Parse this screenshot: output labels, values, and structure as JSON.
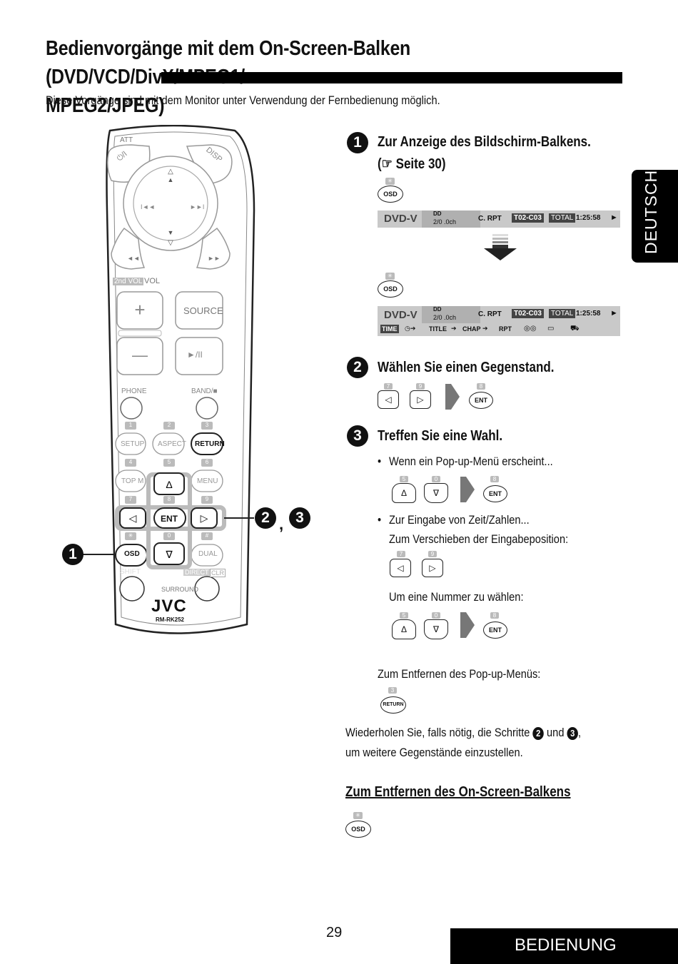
{
  "header": {
    "title_line1": "Bedienvorgänge mit dem On-Screen-Balken (DVD/VCD/DivX/MPEG1/",
    "title_line2": "MPEG2/JPEG)",
    "intro": "Diese Vorgänge sind mit dem Monitor unter Verwendung der Fernbedienung möglich."
  },
  "side_tab": "DEUTSCH",
  "remote": {
    "att": "ATT",
    "disp": "DISP",
    "power": "⏻/I",
    "vol_2nd": "2nd VOL",
    "vol": "VOL",
    "source": "SOURCE",
    "play_pause": "►/II",
    "phone": "PHONE",
    "band": "BAND/■",
    "num1": "1",
    "num2": "2",
    "num3": "3",
    "num4": "4",
    "num5": "5",
    "num6": "6",
    "num7": "7",
    "num8": "8",
    "num9": "9",
    "num0": "0",
    "star": "✳",
    "hash": "#",
    "setup": "SETUP",
    "aspect": "ASPECT",
    "return": "RETURN",
    "topm": "TOP M",
    "menu": "MENU",
    "ent": "ENT",
    "osd": "OSD",
    "dual": "DUAL",
    "shift": "SHIFT",
    "direct": "DIRECT",
    "clr": "CLR",
    "surround": "SURROUND",
    "brand": "JVC",
    "model": "RM-RK252",
    "callout1": "1",
    "callout2": "2",
    "callout3": "3"
  },
  "step1": {
    "num": "1",
    "text": "Zur Anzeige des Bildschirm-Balkens.",
    "ref": "(☞ Seite 30)",
    "osd_label": "OSD",
    "bar1": {
      "disc": "DVD-V",
      "audio_top": "DD",
      "audio_bottom": "2/0 .0ch",
      "rpt": "C. RPT",
      "title": "T02-C03",
      "total_label": "TOTAL",
      "time": "1:25:58"
    },
    "bar2": {
      "disc": "DVD-V",
      "audio_top": "DD",
      "audio_bottom": "2/0 .0ch",
      "rpt": "C. RPT",
      "title": "T02-C03",
      "total_label": "TOTAL",
      "time": "1:25:58",
      "items": [
        "TIME",
        "TITLE",
        "CHAP",
        "RPT"
      ]
    }
  },
  "step2": {
    "num": "2",
    "text": "Wählen Sie einen Gegenstand."
  },
  "step3": {
    "num": "3",
    "text": "Treffen Sie eine Wahl.",
    "bullet1": "Wenn ein Pop-up-Menü erscheint...",
    "bullet2": "Zur Eingabe von Zeit/Zahlen...",
    "bullet2b": "Zum Verschieben der Eingabeposition:",
    "number_select": "Um eine Nummer zu wählen:",
    "remove_popup": "Zum Entfernen des Pop-up-Menüs:",
    "repeat_a": "Wiederholen Sie, falls nötig, die Schritte",
    "repeat_and": "und",
    "repeat_b": "um weitere Gegenstände einzustellen.",
    "remove_bar_heading": "Zum Entfernen des On-Screen-Balkens"
  },
  "keys": {
    "k7": "7",
    "k9": "9",
    "k8": "8",
    "k5": "5",
    "k0": "0",
    "k3": "3",
    "ent": "ENT",
    "return": "RETURN",
    "osd": "OSD",
    "star": "✳"
  },
  "footer": {
    "page": "29",
    "section": "BEDIENUNG"
  }
}
